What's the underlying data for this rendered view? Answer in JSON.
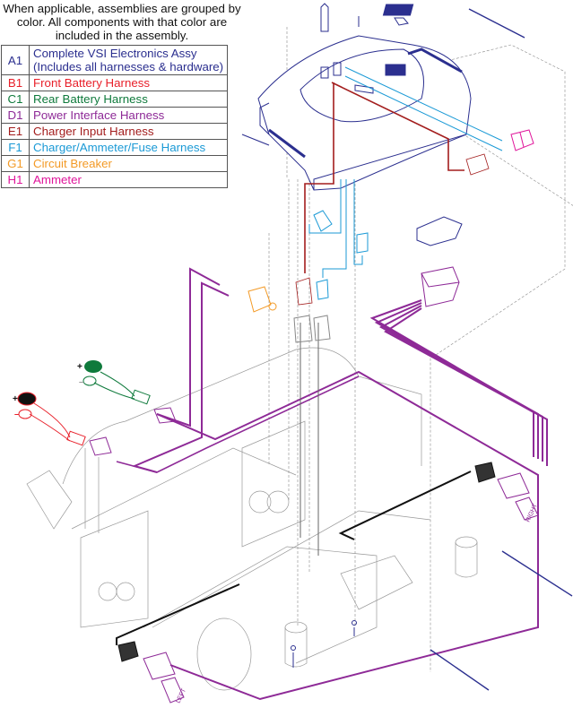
{
  "note": "When applicable, assemblies are grouped by color. All components with that color are included in the assembly.",
  "legend": [
    {
      "code": "A1",
      "label": "Complete VSI Electronics Assy",
      "label2": "(Includes all harnesses & hardware)",
      "color": "#2b2f8f"
    },
    {
      "code": "B1",
      "label": "Front Battery Harness",
      "color": "#e8202a"
    },
    {
      "code": "C1",
      "label": "Rear Battery Harness",
      "color": "#0f7a3c"
    },
    {
      "code": "D1",
      "label": "Power Interface Harness",
      "color": "#8e2a97"
    },
    {
      "code": "E1",
      "label": "Charger Input Harness",
      "color": "#a31d1d"
    },
    {
      "code": "F1",
      "label": "Charger/Ammeter/Fuse Harness",
      "color": "#1b9ad6"
    },
    {
      "code": "G1",
      "label": "Circuit Breaker",
      "color": "#f39a26"
    },
    {
      "code": "H1",
      "label": "Ammeter",
      "color": "#e0169b"
    }
  ],
  "diagram_labels": {
    "plus_front": "+",
    "minus_front": "–",
    "plus_rear": "+",
    "minus_rear": "–",
    "right_tag": "RIGHT",
    "left_tag": "LEFT"
  }
}
